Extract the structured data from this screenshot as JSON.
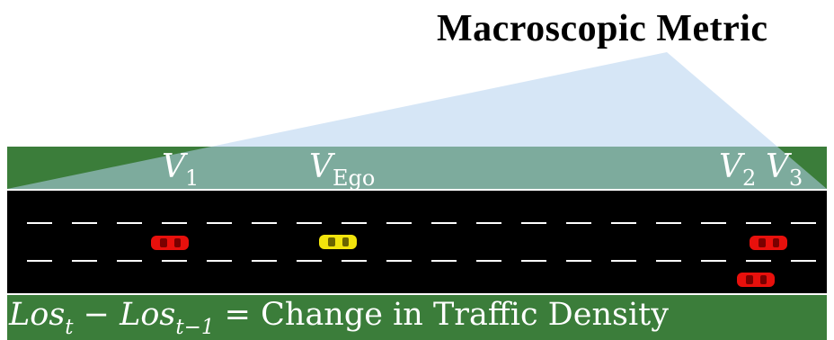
{
  "title": "Macroscopic Metric",
  "vehicles": {
    "v1": {
      "letter": "V",
      "sub": "1"
    },
    "ego": {
      "letter": "V",
      "sub": "Ego"
    },
    "v2": {
      "letter": "V",
      "sub": "2"
    },
    "v3": {
      "letter": "V",
      "sub": "3"
    }
  },
  "equation": {
    "term1": "Los",
    "sub1": "t",
    "minus": " − ",
    "term2": "Los",
    "sub2": "t−1",
    "rest": " = Change in Traffic Density"
  },
  "colors": {
    "grass": "#3b7d3a",
    "road": "#000000",
    "lane_marking": "#ffffff",
    "overlay": "#b4d2ee",
    "car_red": "#e8100c",
    "car_ego": "#f2e40c"
  }
}
